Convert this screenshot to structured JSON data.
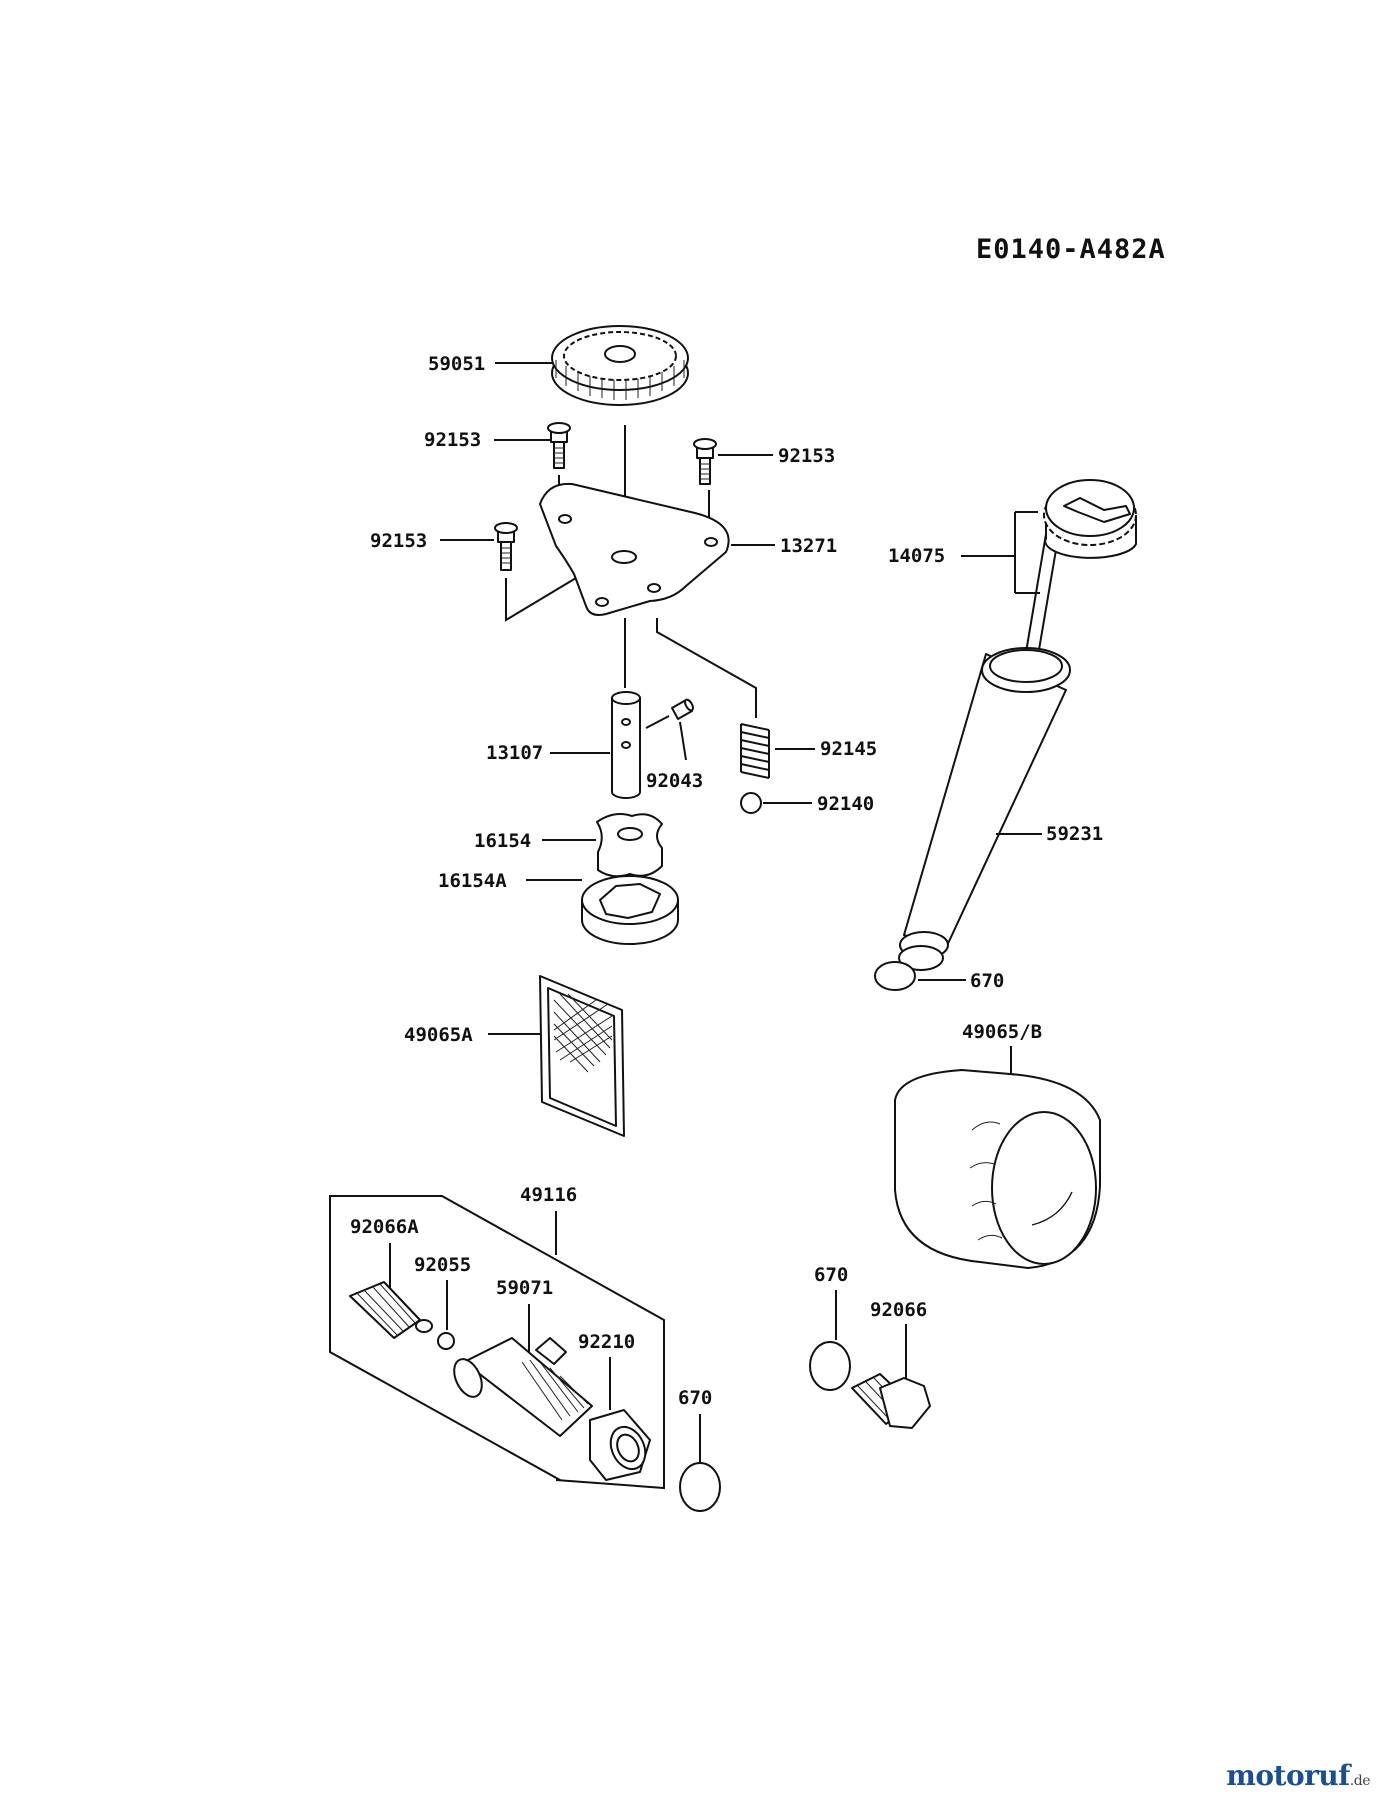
{
  "diagram_code": "E0140-A482A",
  "watermark": {
    "text": "motoruf",
    "domain": ".de",
    "color": "#1c4f8f"
  },
  "callouts": {
    "gear": "59051",
    "bolt_top_left": "92153",
    "bolt_top_right": "92153",
    "bolt_left": "92153",
    "plate": "13271",
    "shaft": "13107",
    "pin": "92043",
    "spring": "92145",
    "ball": "92140",
    "inner_rotor": "16154",
    "outer_rotor": "16154A",
    "screen_filter": "49065A",
    "dipstick_cap": "14075",
    "filler_tube": "59231",
    "oring_tube": "670",
    "oil_filter": "49065/B",
    "assembly": "49116",
    "relief_valve": "92066A",
    "small_oring": "92055",
    "union": "59071",
    "nut": "92210",
    "oring_union": "670",
    "oring_plug": "670",
    "drain_plug": "92066"
  }
}
